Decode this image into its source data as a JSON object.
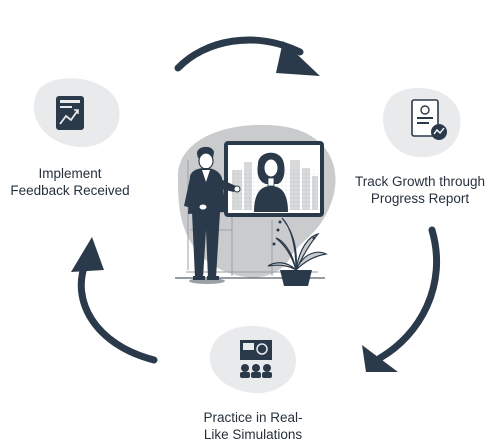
{
  "steps": {
    "left": {
      "line1": "Implement",
      "line2": "Feedback Received",
      "icon": "report-chart-icon"
    },
    "right": {
      "line1": "Track Growth through",
      "line2": "Progress Report",
      "icon": "progress-report-icon"
    },
    "bottom": {
      "line1": "Practice in Real-",
      "line2": "Like Simulations",
      "icon": "presentation-audience-icon"
    }
  },
  "center": {
    "illustration": "presenter-video-call-illustration"
  },
  "colors": {
    "arrow": "#2b3a4a",
    "blob": "#e9eaeb",
    "screen": "#ffffff",
    "accent_gray": "#c9cbcd"
  }
}
